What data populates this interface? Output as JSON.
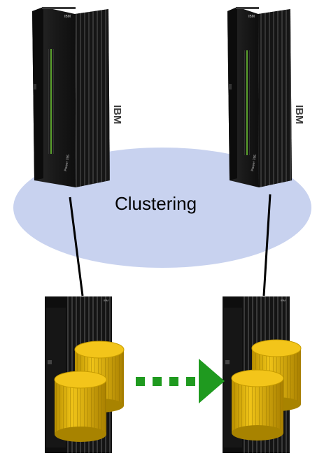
{
  "diagram": {
    "cluster_label": "Clustering",
    "server_left": {
      "brand": "IBM",
      "side_logo": "IBM",
      "model": "Power 795"
    },
    "server_right": {
      "brand": "IBM",
      "side_logo": "IBM",
      "model": "Power 795"
    },
    "storage_left": {
      "brand": "IBM"
    },
    "storage_right": {
      "brand": "IBM"
    }
  },
  "colors": {
    "cluster_ellipse": "#c8d2ef",
    "server_body": "#1c1c1c",
    "server_accent": "#6fbf3a",
    "disk_fill": "#e1b100",
    "arrow": "#1f9a1f"
  },
  "icons": [
    "server-icon",
    "storage-icon",
    "disk-stack-icon",
    "replication-arrow-icon"
  ]
}
